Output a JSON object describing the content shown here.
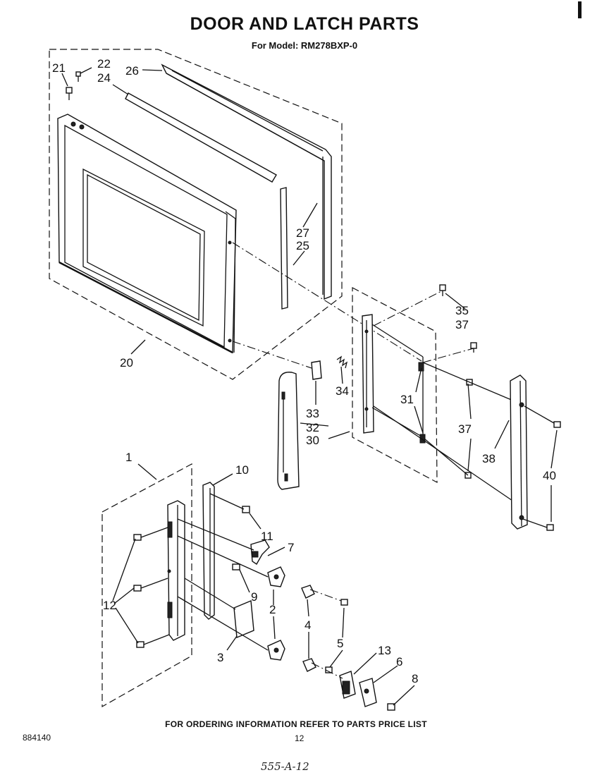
{
  "header": {
    "title": "DOOR AND LATCH PARTS",
    "subtitle": "For Model: RM278BXP-0"
  },
  "footer": {
    "ordering_note": "FOR ORDERING INFORMATION REFER TO PARTS PRICE LIST",
    "doc_number": "884140",
    "page_number": "12",
    "handwritten_note": "555-A-12"
  },
  "callouts": {
    "c1": "1",
    "c2": "2",
    "c3": "3",
    "c4": "4",
    "c5": "5",
    "c6": "6",
    "c7": "7",
    "c8": "8",
    "c9": "9",
    "c10": "10",
    "c11": "11",
    "c12": "12",
    "c13": "13",
    "c20": "20",
    "c21": "21",
    "c22": "22",
    "c24": "24",
    "c25": "25",
    "c26": "26",
    "c27": "27",
    "c30": "30",
    "c31": "31",
    "c32": "32",
    "c33": "33",
    "c34": "34",
    "c35": "35",
    "c37a": "37",
    "c37b": "37",
    "c38": "38",
    "c40": "40"
  }
}
